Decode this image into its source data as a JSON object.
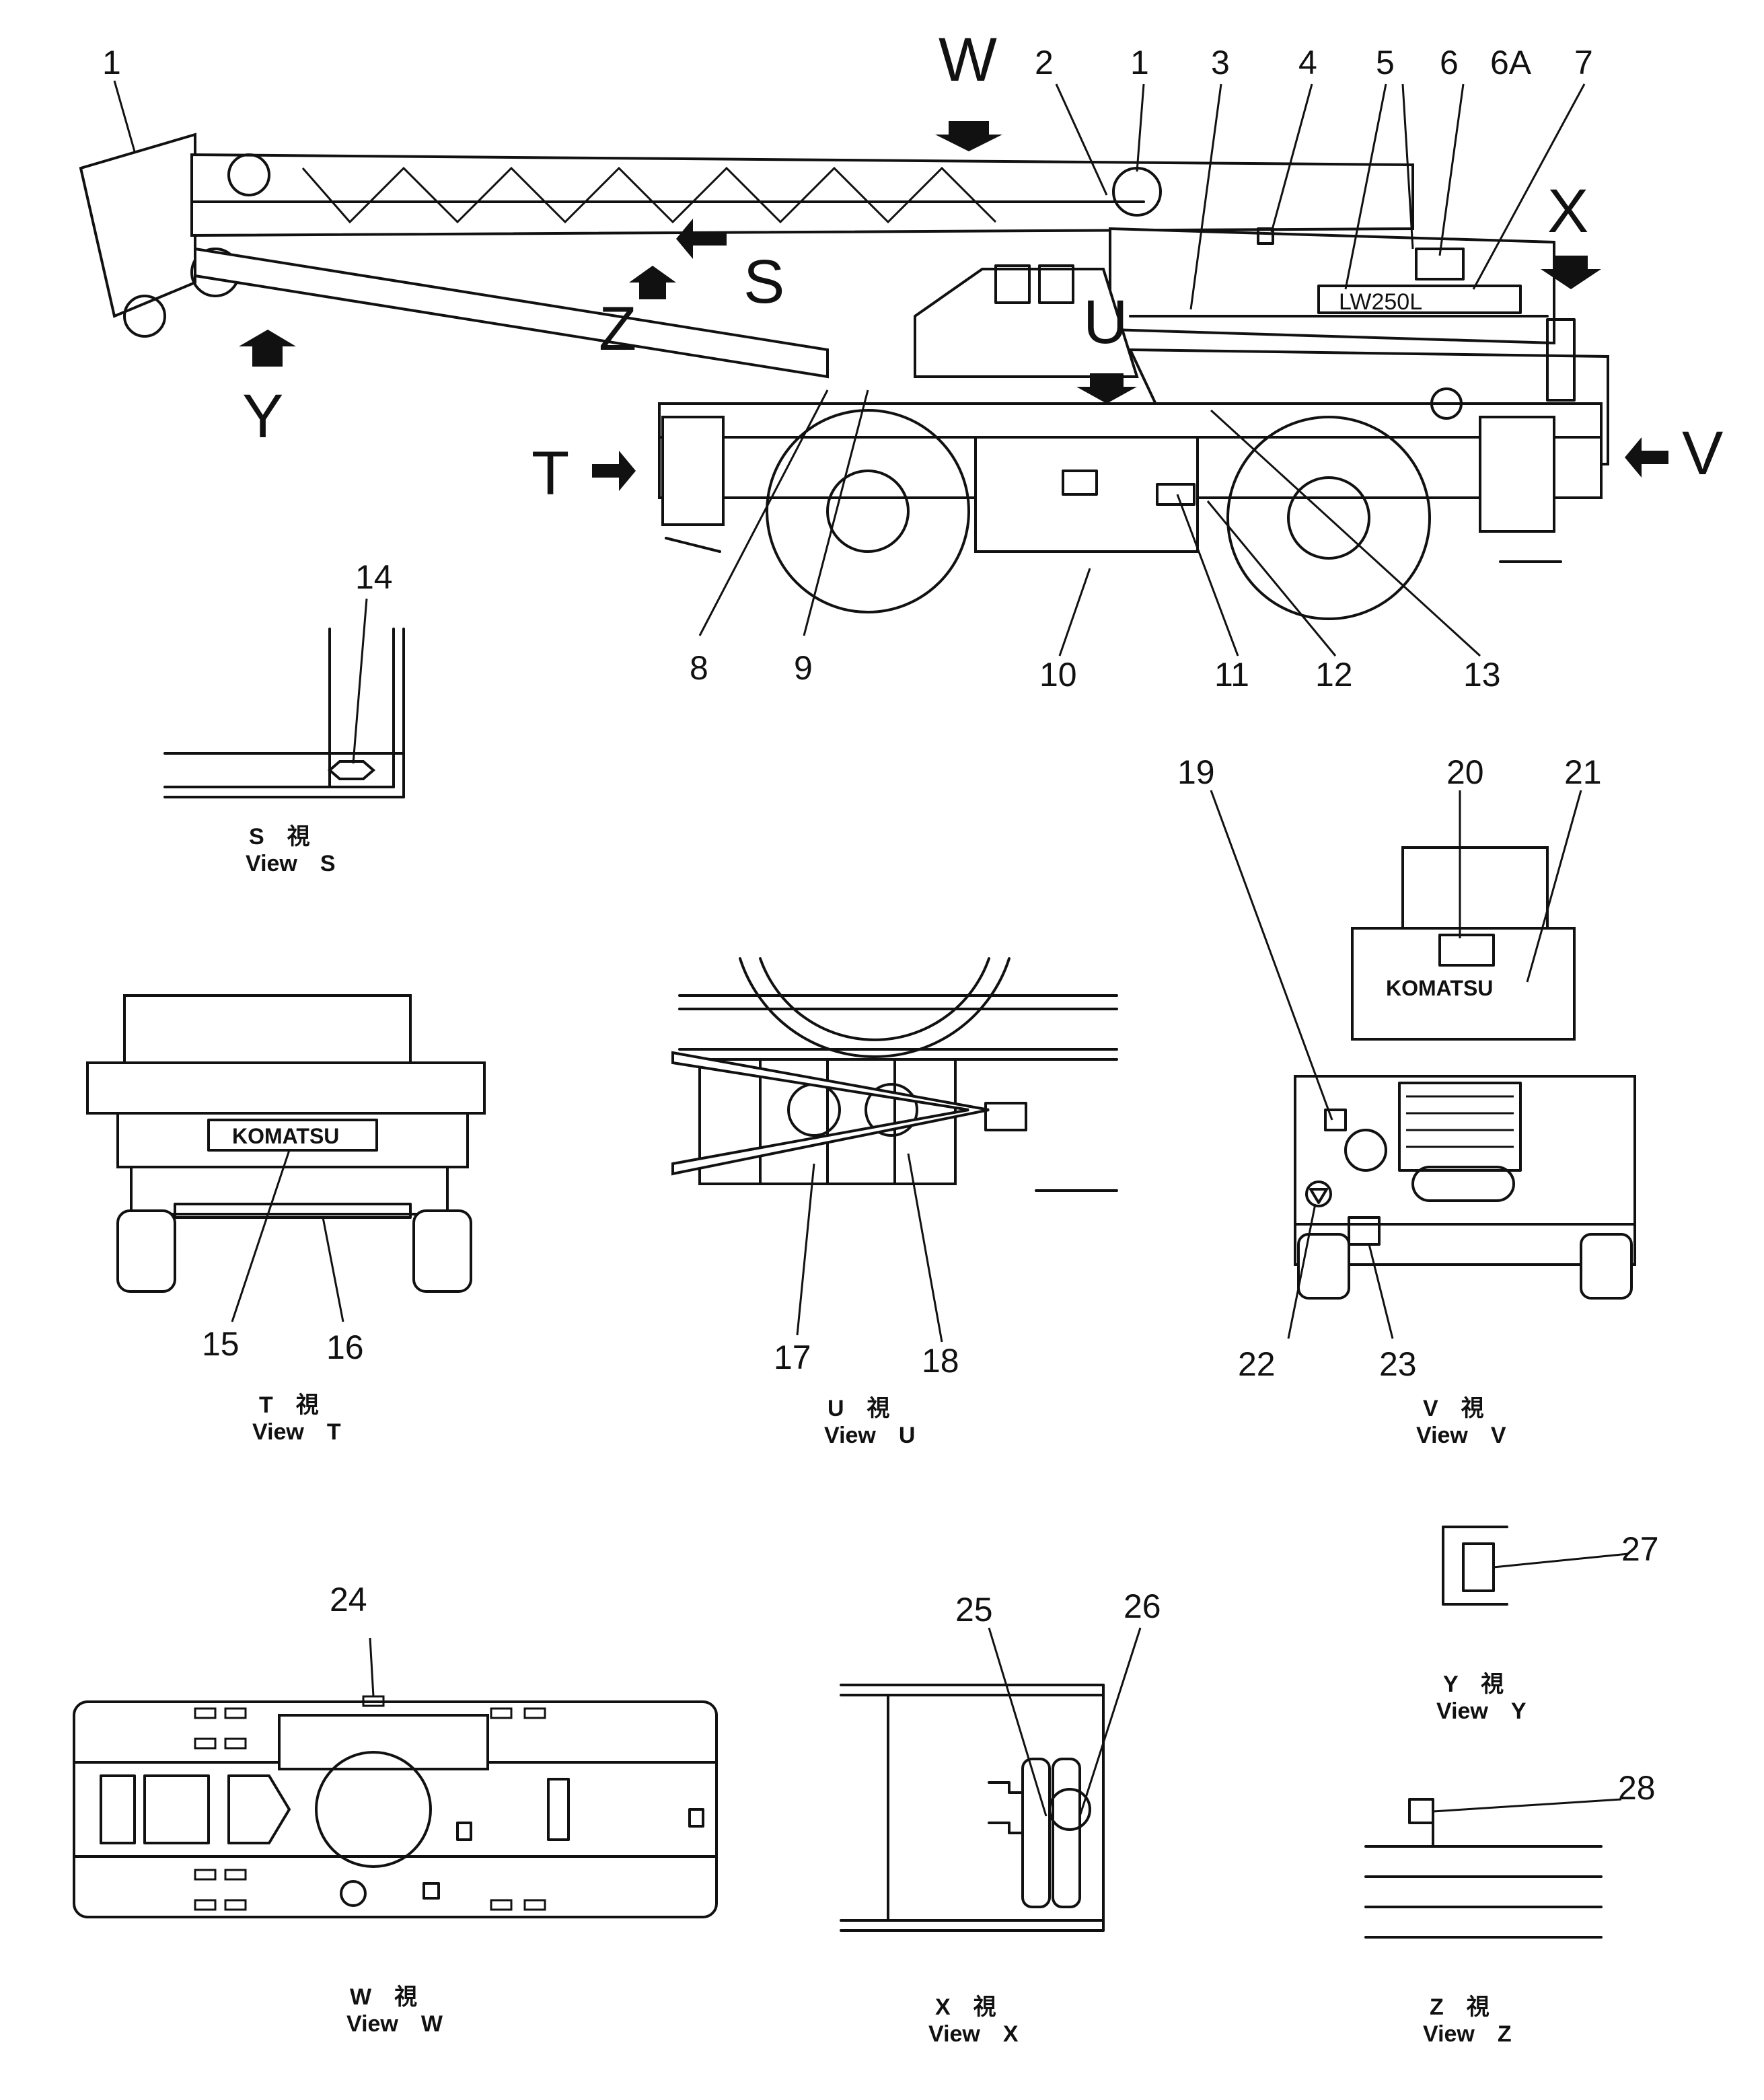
{
  "main_view": {
    "callouts": [
      "1",
      "2",
      "1",
      "3",
      "4",
      "5",
      "6",
      "6A",
      "7",
      "8",
      "9",
      "10",
      "11",
      "12",
      "13"
    ],
    "view_markers": [
      "W",
      "X",
      "S",
      "Z",
      "U",
      "Y",
      "T",
      "V"
    ],
    "side_decal": "LW250L"
  },
  "view_s": {
    "callouts": [
      "14"
    ],
    "caption_jp": "S　視",
    "caption_en": "View　S"
  },
  "view_t": {
    "callouts": [
      "15",
      "16"
    ],
    "brand": "KOMATSU",
    "caption_jp": "T　視",
    "caption_en": "View　T"
  },
  "view_u": {
    "callouts": [
      "17",
      "18"
    ],
    "caption_jp": "U　視",
    "caption_en": "View　U"
  },
  "view_v": {
    "callouts": [
      "19",
      "20",
      "21",
      "22",
      "23"
    ],
    "brand": "KOMATSU",
    "caption_jp": "V　視",
    "caption_en": "View　V"
  },
  "view_w": {
    "callouts": [
      "24"
    ],
    "caption_jp": "W　視",
    "caption_en": "View　W"
  },
  "view_x": {
    "callouts": [
      "25",
      "26"
    ],
    "caption_jp": "X　視",
    "caption_en": "View　X"
  },
  "view_y": {
    "callouts": [
      "27"
    ],
    "caption_jp": "Y　視",
    "caption_en": "View　Y"
  },
  "view_z": {
    "callouts": [
      "28"
    ],
    "caption_jp": "Z　視",
    "caption_en": "View　Z"
  }
}
